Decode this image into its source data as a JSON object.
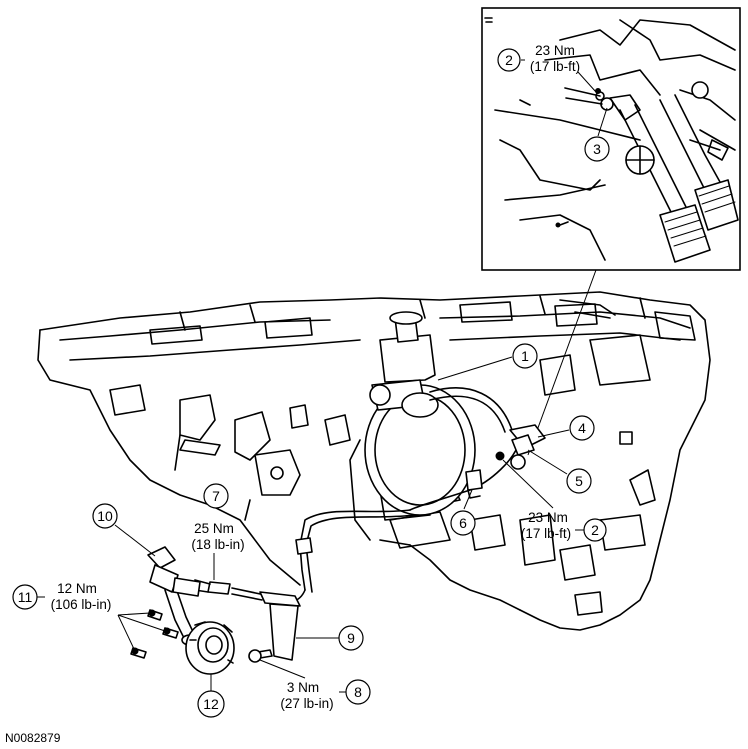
{
  "figure_id": "N0082879",
  "callouts": [
    {
      "key": "c1",
      "number": "1"
    },
    {
      "key": "c2_inset",
      "number": "2"
    },
    {
      "key": "c2_main",
      "number": "2"
    },
    {
      "key": "c3",
      "number": "3"
    },
    {
      "key": "c4",
      "number": "4"
    },
    {
      "key": "c5",
      "number": "5"
    },
    {
      "key": "c6",
      "number": "6"
    },
    {
      "key": "c7",
      "number": "7"
    },
    {
      "key": "c8",
      "number": "8"
    },
    {
      "key": "c9",
      "number": "9"
    },
    {
      "key": "c10",
      "number": "10"
    },
    {
      "key": "c11",
      "number": "11"
    },
    {
      "key": "c12",
      "number": "12"
    }
  ],
  "torques": {
    "inset_2": {
      "nm": "23 Nm",
      "lbft": "(17 lb-ft)"
    },
    "main_2": {
      "nm": "23 Nm",
      "lbft": "(17 lb-ft)"
    },
    "t7": {
      "nm": "25 Nm",
      "lbft": "(18 lb-in)"
    },
    "t8": {
      "nm": "3 Nm",
      "lbft": "(27 lb-in)"
    },
    "t11": {
      "nm": "12 Nm",
      "lbft": "(106 lb-in)"
    }
  }
}
